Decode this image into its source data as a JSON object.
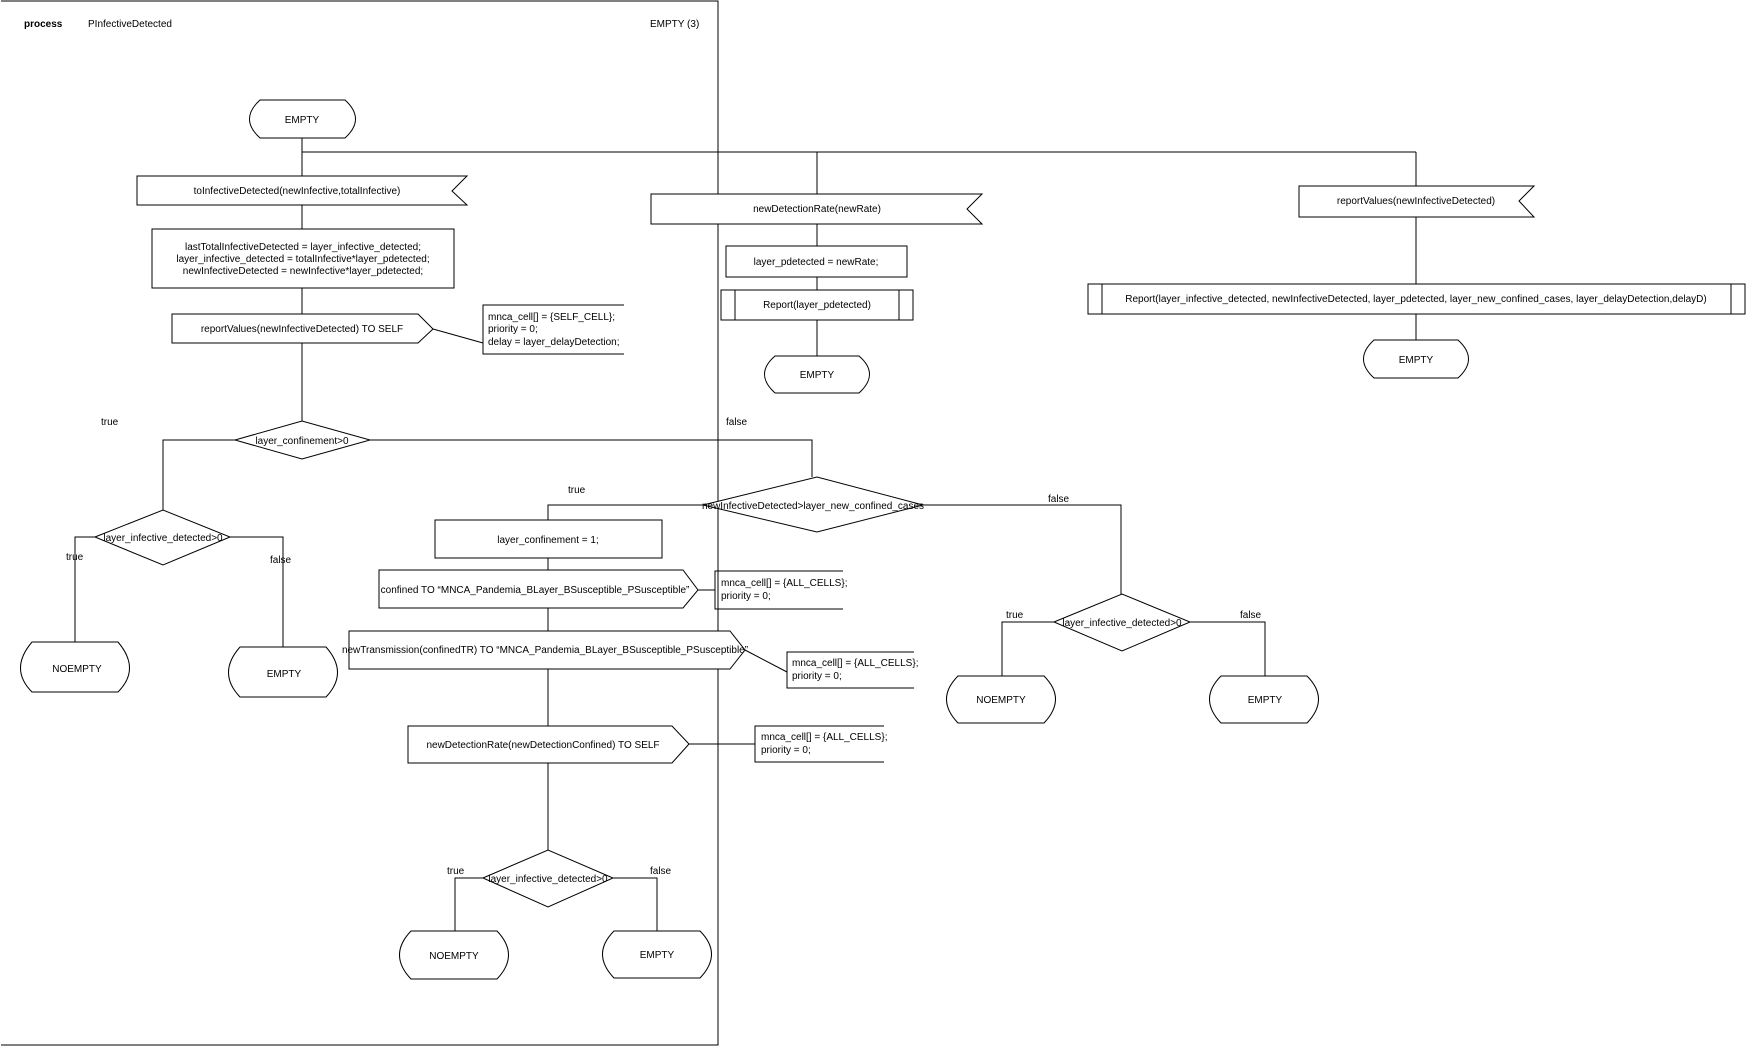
{
  "frame": {
    "keyword": "process",
    "name": "PInfectiveDetected",
    "page": "EMPTY (3)"
  },
  "labels": {
    "state_empty": "EMPTY",
    "state_noempty": "NOEMPTY",
    "true": "true",
    "false": "false"
  },
  "inputs": {
    "to_infective": "toInfectiveDetected(newInfective,totalInfective)",
    "new_detection_rate": "newDetectionRate(newRate)",
    "report_values": "reportValues(newInfectiveDetected)"
  },
  "tasks": {
    "assign_lines": [
      "lastTotalInfectiveDetected = layer_infective_detected;",
      "layer_infective_detected = totalInfective*layer_pdetected;",
      "newInfectiveDetected = newInfective*layer_pdetected;"
    ],
    "set_pdetected": "layer_pdetected = newRate;",
    "set_confinement": "layer_confinement = 1;"
  },
  "procedures": {
    "report_pdetected": "Report(layer_pdetected)",
    "report_all": "Report(layer_infective_detected, newInfectiveDetected, layer_pdetected, layer_new_confined_cases, layer_delayDetection,delayD)"
  },
  "outputs": {
    "report_self": "reportValues(newInfectiveDetected)  TO SELF",
    "confined": "confined TO “MNCA_Pandemia_BLayer_BSusceptible_PSusceptible”",
    "new_transmission": "newTransmission(confinedTR) TO “MNCA_Pandemia_BLayer_BSusceptible_PSusceptible”",
    "detection_self": "newDetectionRate(newDetectionConfined) TO SELF"
  },
  "comments": {
    "self_cell": [
      "mnca_cell[] = {SELF_CELL};",
      "priority = 0;",
      "delay = layer_delayDetection;"
    ],
    "all_cells_1": [
      "mnca_cell[] = {ALL_CELLS};",
      "priority = 0;"
    ],
    "all_cells_2": [
      "mnca_cell[] = {ALL_CELLS};",
      "priority = 0;"
    ],
    "all_cells_3": [
      "mnca_cell[] = {ALL_CELLS};",
      "priority = 0;"
    ]
  },
  "decisions": {
    "confinement": "layer_confinement>0",
    "infective_detected": "layer_infective_detected>0",
    "new_confined": "newInfectiveDetected>layer_new_confined_cases"
  }
}
